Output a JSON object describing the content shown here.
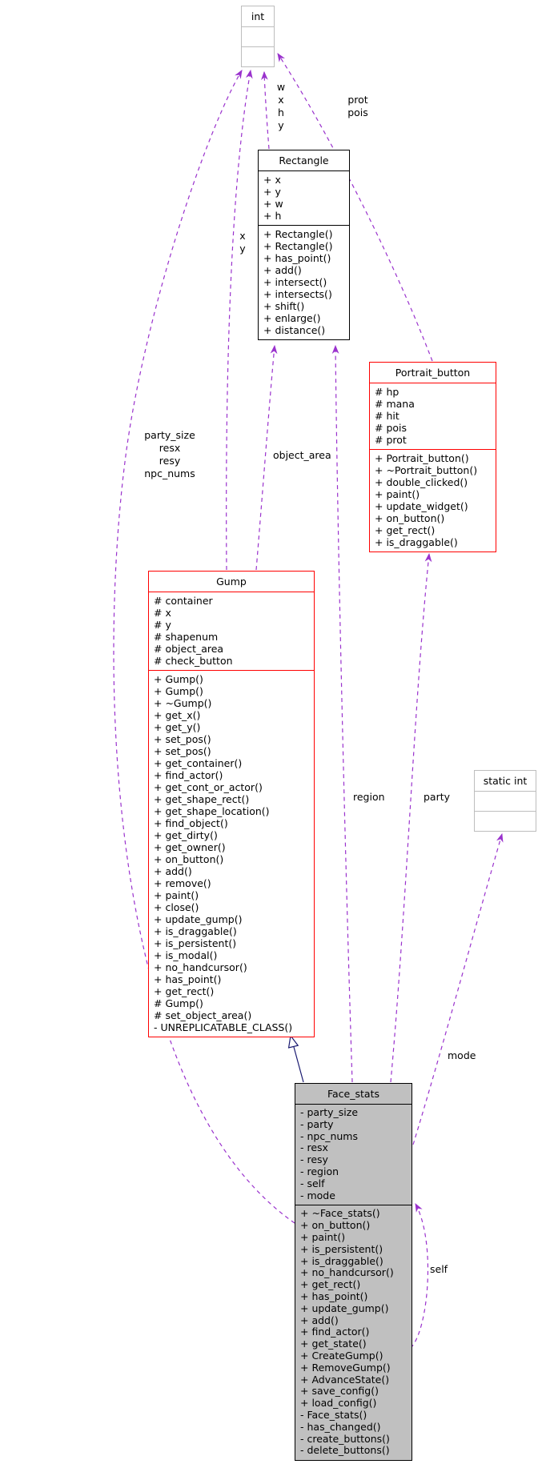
{
  "diagram": {
    "kind": "uml-collaboration-diagram",
    "classes": {
      "int": {
        "title": "int"
      },
      "static_int": {
        "title": "static int"
      },
      "rectangle": {
        "title": "Rectangle",
        "attributes": [
          "+ x",
          "+ y",
          "+ w",
          "+ h"
        ],
        "methods": [
          "+ Rectangle()",
          "+ Rectangle()",
          "+ has_point()",
          "+ add()",
          "+ intersect()",
          "+ intersects()",
          "+ shift()",
          "+ enlarge()",
          "+ distance()"
        ]
      },
      "portrait_button": {
        "title": "Portrait_button",
        "attributes": [
          "# hp",
          "# mana",
          "# hit",
          "# pois",
          "# prot"
        ],
        "methods": [
          "+ Portrait_button()",
          "+ ~Portrait_button()",
          "+ double_clicked()",
          "+ paint()",
          "+ update_widget()",
          "+ on_button()",
          "+ get_rect()",
          "+ is_draggable()"
        ]
      },
      "gump": {
        "title": "Gump",
        "attributes": [
          "# container",
          "# x",
          "# y",
          "# shapenum",
          "# object_area",
          "# check_button"
        ],
        "methods": [
          "+ Gump()",
          "+ Gump()",
          "+ ~Gump()",
          "+ get_x()",
          "+ get_y()",
          "+ set_pos()",
          "+ set_pos()",
          "+ get_container()",
          "+ find_actor()",
          "+ get_cont_or_actor()",
          "+ get_shape_rect()",
          "+ get_shape_location()",
          "+ find_object()",
          "+ get_dirty()",
          "+ get_owner()",
          "+ on_button()",
          "+ add()",
          "+ remove()",
          "+ paint()",
          "+ close()",
          "+ update_gump()",
          "+ is_draggable()",
          "+ is_persistent()",
          "+ is_modal()",
          "+ no_handcursor()",
          "+ has_point()",
          "+ get_rect()",
          "# Gump()",
          "# set_object_area()",
          "- UNREPLICATABLE_CLASS()"
        ]
      },
      "face_stats": {
        "title": "Face_stats",
        "attributes": [
          "- party_size",
          "- party",
          "- npc_nums",
          "- resx",
          "- resy",
          "- region",
          "- self",
          "- mode"
        ],
        "methods": [
          "+ ~Face_stats()",
          "+ on_button()",
          "+ paint()",
          "+ is_persistent()",
          "+ is_draggable()",
          "+ no_handcursor()",
          "+ get_rect()",
          "+ has_point()",
          "+ update_gump()",
          "+ add()",
          "+ find_actor()",
          "+ get_state()",
          "+ CreateGump()",
          "+ RemoveGump()",
          "+ AdvanceState()",
          "+ save_config()",
          "+ load_config()",
          "- Face_stats()",
          "- has_changed()",
          "- create_buttons()",
          "- delete_buttons()"
        ]
      }
    },
    "edge_labels": {
      "rectangle_to_int": [
        "w",
        "x",
        "h",
        "y"
      ],
      "portrait_button_to_int": [
        "prot",
        "pois"
      ],
      "gump_to_int": [
        "x",
        "y"
      ],
      "face_stats_to_int": [
        "party_size",
        "resx",
        "resy",
        "npc_nums"
      ],
      "gump_to_rectangle": "object_area",
      "face_stats_to_rectangle": "region",
      "face_stats_to_portrait_button": "party",
      "face_stats_to_static_int": "mode",
      "face_stats_to_self": "self"
    },
    "colors": {
      "usage_edge": "#9a32cd",
      "inheritance_edge": "#191970",
      "linked_node_border": "#ff0000",
      "plain_node_border": "#bdbdbd",
      "current_node_fill": "#c0c0c0"
    }
  }
}
